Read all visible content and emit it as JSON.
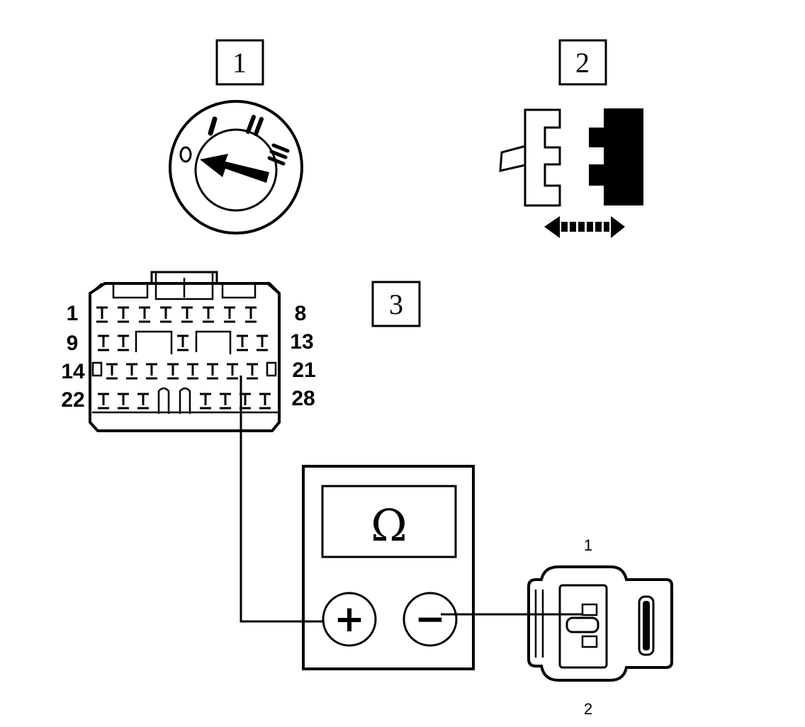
{
  "callouts": {
    "c1": "1",
    "c2": "2",
    "c3": "3"
  },
  "connector": {
    "pins": {
      "p1": "1",
      "p8": "8",
      "p9": "9",
      "p13": "13",
      "p14": "14",
      "p21": "21",
      "p22": "22",
      "p28": "28"
    }
  },
  "multimeter": {
    "symbol": "Ω",
    "plus": "+",
    "minus": "−"
  },
  "sensor": {
    "pin_top": "1",
    "pin_bottom": "2"
  }
}
